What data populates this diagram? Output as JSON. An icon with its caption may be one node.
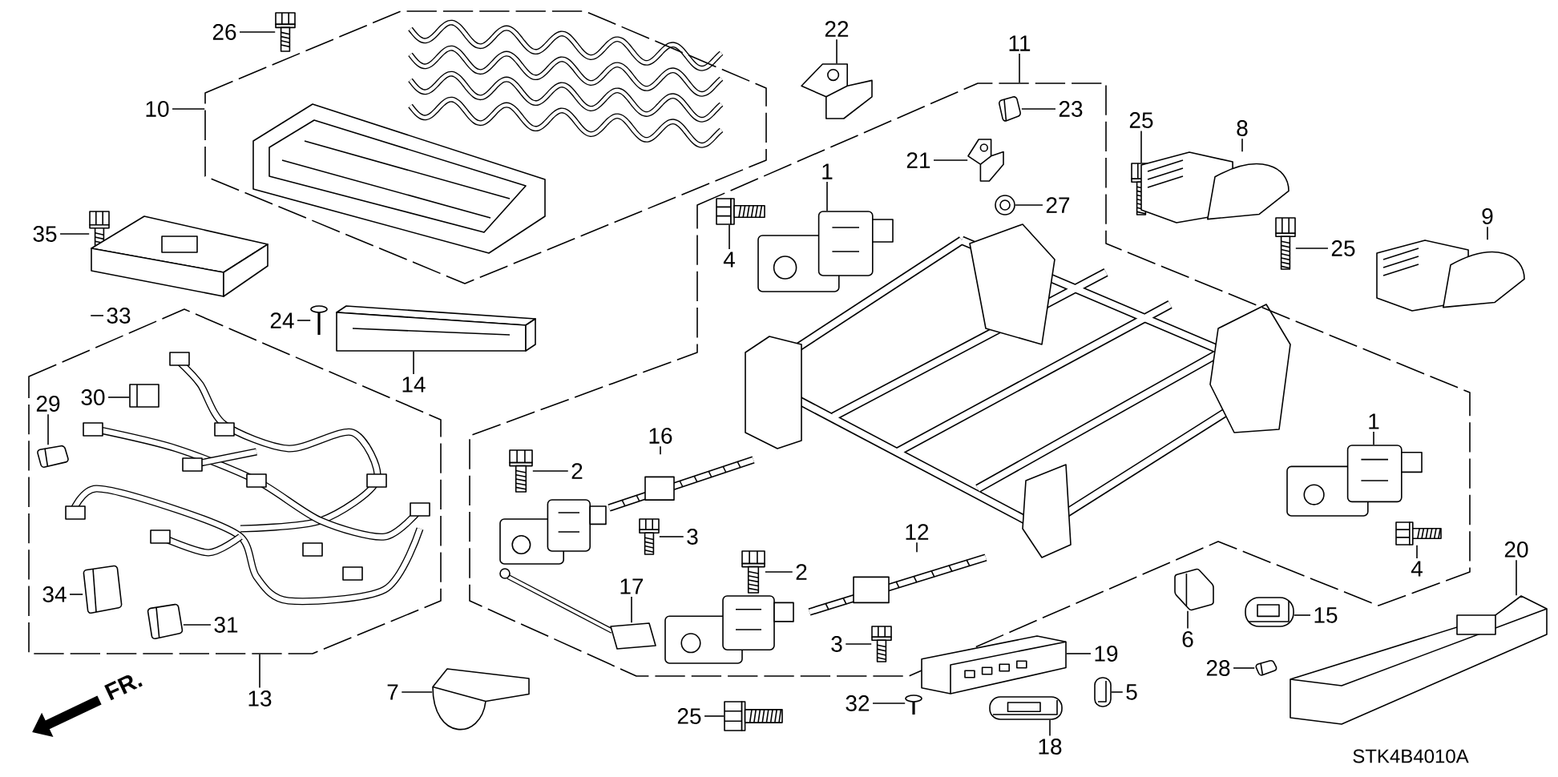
{
  "diagram": {
    "nodes": [
      {
        "text": [
          "26"
        ]
      },
      {
        "text": [],
        "shape": "picture"
      },
      {
        "text": [
          "10"
        ]
      },
      {
        "text": [],
        "shape": "box"
      },
      {
        "text": [
          "22"
        ]
      },
      {
        "text": [],
        "shape": "picture"
      },
      {
        "text": [
          "11"
        ]
      },
      {
        "text": [],
        "shape": "box"
      },
      {
        "text": [
          "23"
        ],
        "in": 7
      },
      {
        "text": [],
        "shape": "picture",
        "in": 7
      },
      {
        "text": [
          "25"
        ]
      },
      {
        "text": [],
        "shape": "picture"
      },
      {
        "text": [
          "8"
        ]
      },
      {
        "text": [],
        "shape": "picture"
      },
      {
        "text": [
          "21"
        ],
        "in": 7
      },
      {
        "text": [],
        "shape": "picture",
        "in": 7
      },
      {
        "text": [
          "27"
        ],
        "in": 7
      },
      {
        "text": [],
        "shape": "picture",
        "in": 7
      },
      {
        "text": [
          "1"
        ],
        "in": 7
      },
      {
        "text": [],
        "shape": "picture",
        "in": 7
      },
      {
        "text": [
          "4"
        ],
        "in": 7
      },
      {
        "text": [],
        "shape": "picture",
        "in": 7
      },
      {
        "text": [
          "35"
        ]
      },
      {
        "text": [],
        "shape": "picture"
      },
      {
        "text": [
          "25"
        ]
      },
      {
        "text": [],
        "shape": "picture"
      },
      {
        "text": [
          "9"
        ]
      },
      {
        "text": [],
        "shape": "picture"
      },
      {
        "text": [
          "33"
        ]
      },
      {
        "text": [],
        "shape": "picture"
      },
      {
        "text": [
          "24"
        ]
      },
      {
        "text": [],
        "shape": "picture"
      },
      {
        "text": [
          "14"
        ]
      },
      {
        "text": [],
        "shape": "picture"
      },
      {
        "text": [
          "13"
        ]
      },
      {
        "text": [],
        "shape": "box"
      },
      {
        "text": [
          "29"
        ],
        "in": 35
      },
      {
        "text": [],
        "shape": "picture",
        "in": 35
      },
      {
        "text": [
          "30"
        ],
        "in": 35
      },
      {
        "text": [],
        "shape": "picture",
        "in": 35
      },
      {
        "text": [
          "34"
        ],
        "in": 35
      },
      {
        "text": [],
        "shape": "picture",
        "in": 35
      },
      {
        "text": [
          "31"
        ],
        "in": 35
      },
      {
        "text": [],
        "shape": "picture",
        "in": 35
      },
      {
        "text": [
          "16"
        ],
        "in": 7
      },
      {
        "text": [],
        "shape": "picture",
        "in": 7
      },
      {
        "text": [
          "2"
        ],
        "in": 7
      },
      {
        "text": [],
        "shape": "picture",
        "in": 7
      },
      {
        "text": [
          "3"
        ],
        "in": 7
      },
      {
        "text": [],
        "shape": "picture",
        "in": 7
      },
      {
        "text": [
          "17"
        ],
        "in": 7
      },
      {
        "text": [],
        "shape": "picture",
        "in": 7
      },
      {
        "text": [
          "2"
        ],
        "in": 7
      },
      {
        "text": [],
        "shape": "picture",
        "in": 7
      },
      {
        "text": [
          "12"
        ],
        "in": 7
      },
      {
        "text": [],
        "shape": "picture",
        "in": 7
      },
      {
        "text": [
          "1"
        ],
        "in": 7
      },
      {
        "text": [],
        "shape": "picture",
        "in": 7
      },
      {
        "text": [
          "4"
        ],
        "in": 7
      },
      {
        "text": [],
        "shape": "picture",
        "in": 7
      },
      {
        "text": [
          "3"
        ],
        "in": 7
      },
      {
        "text": [],
        "shape": "picture",
        "in": 7
      },
      {
        "text": [
          "6"
        ]
      },
      {
        "text": [],
        "shape": "picture"
      },
      {
        "text": [
          "15"
        ]
      },
      {
        "text": [],
        "shape": "picture"
      },
      {
        "text": [
          "20"
        ]
      },
      {
        "text": [],
        "shape": "picture"
      },
      {
        "text": [
          "28"
        ]
      },
      {
        "text": [],
        "shape": "picture"
      },
      {
        "text": [
          "19"
        ]
      },
      {
        "text": [],
        "shape": "picture"
      },
      {
        "text": [
          "5"
        ]
      },
      {
        "text": [],
        "shape": "picture"
      },
      {
        "text": [
          "18"
        ]
      },
      {
        "text": [],
        "shape": "picture"
      },
      {
        "text": [
          "32"
        ]
      },
      {
        "text": [],
        "shape": "picture"
      },
      {
        "text": [
          "25"
        ]
      },
      {
        "text": [],
        "shape": "picture"
      },
      {
        "text": [
          "7"
        ]
      },
      {
        "text": [],
        "shape": "picture"
      }
    ],
    "edges": [
      {
        "from": 0,
        "to": 1,
        "arrow": "none"
      },
      {
        "from": 2,
        "to": 3,
        "arrow": "none"
      },
      {
        "from": 4,
        "to": 5,
        "arrow": "none"
      },
      {
        "from": 6,
        "to": 7,
        "arrow": "none"
      },
      {
        "from": 8,
        "to": 9,
        "arrow": "none"
      },
      {
        "from": 10,
        "to": 11,
        "arrow": "none"
      },
      {
        "from": 12,
        "to": 13,
        "arrow": "none"
      },
      {
        "from": 14,
        "to": 15,
        "arrow": "none"
      },
      {
        "from": 16,
        "to": 17,
        "arrow": "none"
      },
      {
        "from": 18,
        "to": 19,
        "arrow": "none"
      },
      {
        "from": 20,
        "to": 21,
        "arrow": "none"
      },
      {
        "from": 22,
        "to": 23,
        "arrow": "none"
      },
      {
        "from": 24,
        "to": 25,
        "arrow": "none"
      },
      {
        "from": 26,
        "to": 27,
        "arrow": "none"
      },
      {
        "from": 28,
        "to": 29,
        "arrow": "none"
      },
      {
        "from": 30,
        "to": 31,
        "arrow": "none"
      },
      {
        "from": 32,
        "to": 33,
        "arrow": "none"
      },
      {
        "from": 34,
        "to": 35,
        "arrow": "none"
      },
      {
        "from": 36,
        "to": 37,
        "arrow": "none"
      },
      {
        "from": 38,
        "to": 39,
        "arrow": "none"
      },
      {
        "from": 40,
        "to": 41,
        "arrow": "none"
      },
      {
        "from": 42,
        "to": 43,
        "arrow": "none"
      },
      {
        "from": 44,
        "to": 45,
        "arrow": "none"
      },
      {
        "from": 46,
        "to": 47,
        "arrow": "none"
      },
      {
        "from": 48,
        "to": 49,
        "arrow": "none"
      },
      {
        "from": 50,
        "to": 51,
        "arrow": "none"
      },
      {
        "from": 52,
        "to": 53,
        "arrow": "none"
      },
      {
        "from": 54,
        "to": 55,
        "arrow": "none"
      },
      {
        "from": 56,
        "to": 57,
        "arrow": "none"
      },
      {
        "from": 58,
        "to": 59,
        "arrow": "none"
      },
      {
        "from": 60,
        "to": 61,
        "arrow": "none"
      },
      {
        "from": 62,
        "to": 63,
        "arrow": "none"
      },
      {
        "from": 64,
        "to": 65,
        "arrow": "none"
      },
      {
        "from": 66,
        "to": 67,
        "arrow": "none"
      },
      {
        "from": 68,
        "to": 69,
        "arrow": "none"
      },
      {
        "from": 70,
        "to": 71,
        "arrow": "none"
      },
      {
        "from": 72,
        "to": 73,
        "arrow": "none"
      },
      {
        "from": 74,
        "to": 75,
        "arrow": "none"
      },
      {
        "from": 76,
        "to": 77,
        "arrow": "none"
      },
      {
        "from": 78,
        "to": 79,
        "arrow": "none"
      },
      {
        "from": 80,
        "to": 81,
        "arrow": "none"
      }
    ],
    "labels": [
      "FR.",
      "STK4B4010A"
    ]
  }
}
